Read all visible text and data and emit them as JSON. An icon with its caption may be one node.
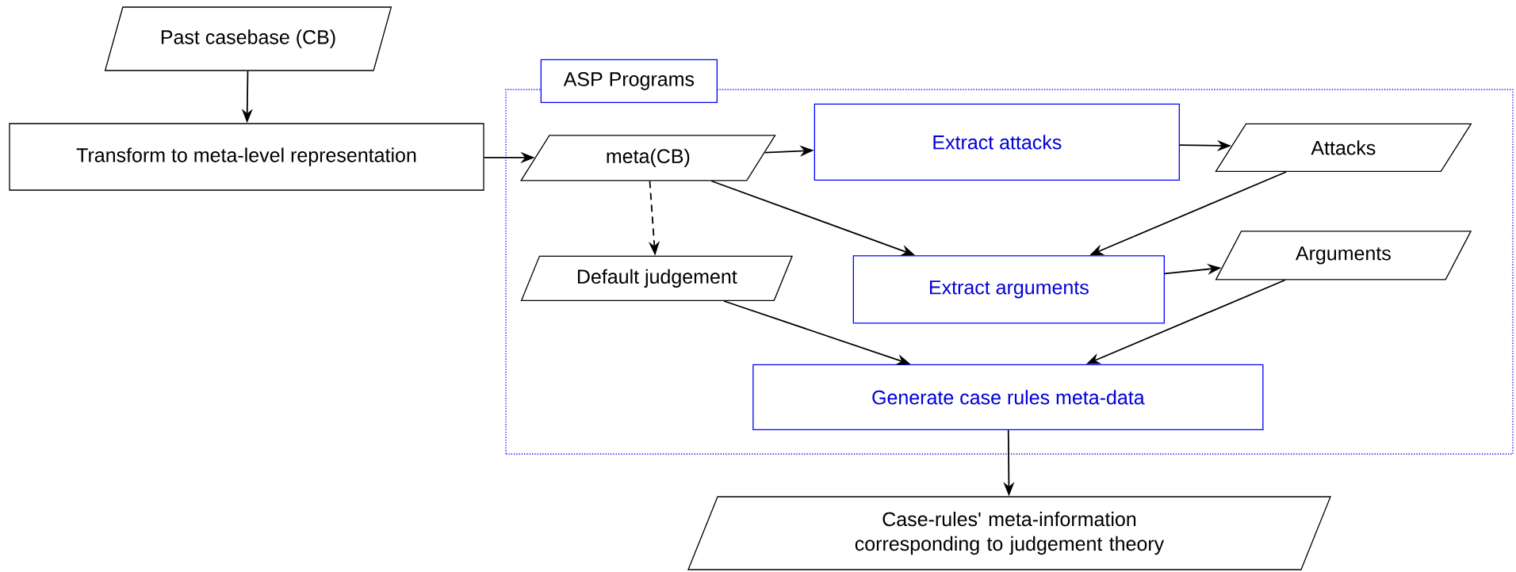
{
  "diagram": {
    "nodes": [
      {
        "text": [
          "Past casebase (CB)"
        ]
      },
      {
        "text": [
          "Transform to meta-level representation"
        ]
      },
      {
        "text": [
          "ASP Programs"
        ]
      },
      {
        "text": [
          "meta(CB)"
        ],
        "in": 2
      },
      {
        "text": [
          "Extract attacks"
        ],
        "in": 2
      },
      {
        "text": [
          "Attacks"
        ],
        "in": 2
      },
      {
        "text": [
          "Default judgement"
        ],
        "in": 2
      },
      {
        "text": [
          "Extract arguments"
        ],
        "in": 2
      },
      {
        "text": [
          "Arguments"
        ],
        "in": 2
      },
      {
        "text": [
          "Generate case rules meta-data"
        ],
        "in": 2
      },
      {
        "text": [
          "Case-rules' meta-information corresponding to judgement theory"
        ]
      }
    ],
    "edges": [
      {
        "from": 0,
        "to": 1,
        "arrow": "to"
      },
      {
        "from": 1,
        "to": 3,
        "arrow": "to"
      },
      {
        "from": 3,
        "to": 4,
        "arrow": "to"
      },
      {
        "from": 4,
        "to": 5,
        "arrow": "to"
      },
      {
        "from": 3,
        "to": 6,
        "arrow": "to",
        "style": "dashed"
      },
      {
        "from": 3,
        "to": 7,
        "arrow": "to"
      },
      {
        "from": 5,
        "to": 7,
        "arrow": "to"
      },
      {
        "from": 7,
        "to": 8,
        "arrow": "to"
      },
      {
        "from": 6,
        "to": 9,
        "arrow": "to"
      },
      {
        "from": 8,
        "to": 9,
        "arrow": "to"
      },
      {
        "from": 9,
        "to": 10,
        "arrow": "to"
      }
    ]
  }
}
